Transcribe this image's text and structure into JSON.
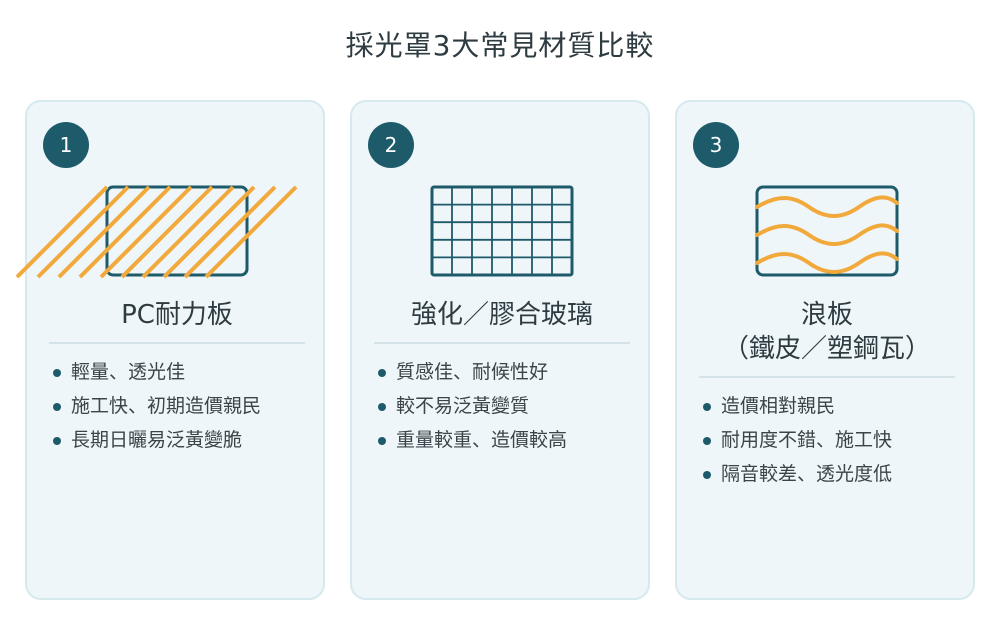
{
  "title": "採光罩3大常見材質比較",
  "colors": {
    "accent": "#1d5b6b",
    "highlight": "#f2a93b",
    "card_bg": "#eef6f9"
  },
  "cards": [
    {
      "number": "1",
      "title": "PC耐力板",
      "icon": "diagonal-stripes-panel-icon",
      "items": [
        "輕量、透光佳",
        "施工快、初期造價親民",
        "長期日曬易泛黃變脆"
      ]
    },
    {
      "number": "2",
      "title": "強化／膠合玻璃",
      "icon": "grid-glass-panel-icon",
      "items": [
        "質感佳、耐候性好",
        "較不易泛黃變質",
        "重量較重、造價較高"
      ]
    },
    {
      "number": "3",
      "title": "浪板",
      "subtitle": "（鐵皮／塑鋼瓦）",
      "icon": "wave-sheet-panel-icon",
      "items": [
        "造價相對親民",
        "耐用度不錯、施工快",
        "隔音較差、透光度低"
      ]
    }
  ]
}
